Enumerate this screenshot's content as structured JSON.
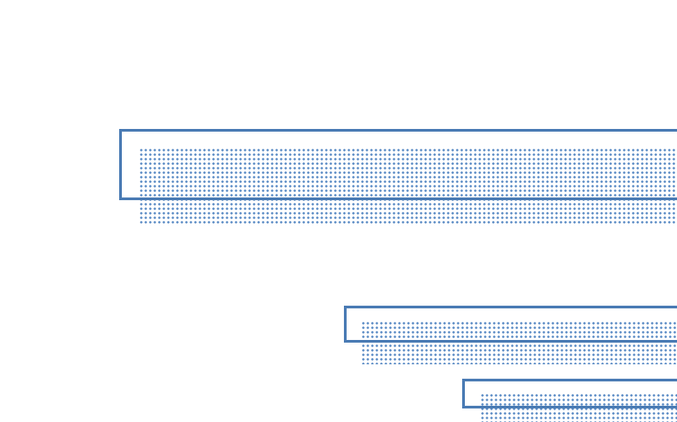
{
  "colors": {
    "accent": "#4a7bb4",
    "dots": "#4a80bf",
    "background": "#ffffff"
  },
  "shapes": [
    {
      "kind": "outlined-box-with-dotted-shadow"
    },
    {
      "kind": "outlined-box-with-dotted-shadow"
    },
    {
      "kind": "outlined-box-with-dotted-shadow"
    }
  ]
}
